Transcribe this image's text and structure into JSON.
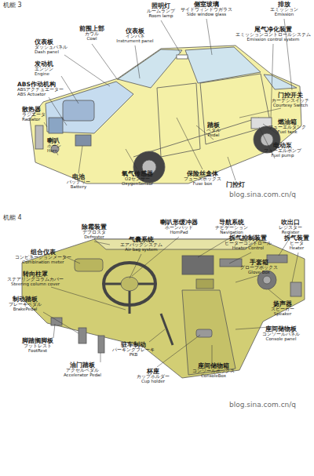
{
  "diagram": {
    "labels": [
      "机能 3",
      "照明灯",
      "ルームランプ",
      "Room lamp",
      "侧室玻璃",
      "サイドウィンドウガラス",
      "Side window glass",
      "排放",
      "エミッション",
      "Emission",
      "前围上部",
      "カウル",
      "Cowl",
      "仪表板",
      "インパネ",
      "Instrument panel",
      "尾气净化装置",
      "エミッションコントロールシステム",
      "Emission control system",
      "仪表板",
      "ダッシュパネル",
      "Dash panel",
      "发动机",
      "エンジン",
      "Engine",
      "ABS作动机构",
      "ABSアクチュエーター",
      "ABS Actuator",
      "散热器",
      "ラジエータ",
      "Radiator",
      "喇叭",
      "ホーン",
      "Horn",
      "电池",
      "バッテリー",
      "Battery",
      "氧气传感器",
      "O2センサー",
      "OxygenSensor",
      "保险丝盒体",
      "フューズボックス",
      "Fuse box",
      "踏板",
      "ペダル",
      "Pedal",
      "门控开关",
      "カーテシスイッチ",
      "Courtesy Switch",
      "燃油箱",
      "フューエルタンク",
      "Fuel tank",
      "电动泵",
      "フューエルポンプ",
      "Fuel pump",
      "门控灯",
      "blog.sina.com.cn/q",
      "机能 4",
      "除霜装置",
      "デフロスタ",
      "Defroster",
      "喇叭形缓冲器",
      "ホーンパッド",
      "HornPad",
      "导航系统",
      "ナビゲーション",
      "Navigation",
      "吹出口",
      "レジスター",
      "Register",
      "气囊系统",
      "エアバッグシステム",
      "Air bag system",
      "拆气控制装置",
      "ヒーターコントロール",
      "Heater Control",
      "拆气装置",
      "ヒータ",
      "Heater",
      "组合仪表",
      "コンビネーションメーター",
      "Combination meter",
      "手套箱",
      "グローブボックス",
      "Glove Box",
      "转向柱罩",
      "ステアリングコラムカバー",
      "Steering column cover",
      "扬声器",
      "スピーカー",
      "Speaker",
      "制动踏板",
      "ブレーキペダル",
      "BrakePedal",
      "座间储物板",
      "コンソールパネル",
      "Console panel",
      "脚踏搁脚板",
      "フットレスト",
      "FootRest",
      "驻车制动",
      "パーキングブレーキ",
      "PKB",
      "油门踏板",
      "アクセルペダル",
      "Accelerator Pedal",
      "杯座",
      "カップホルダー",
      "Cup holder",
      "座间储物箱",
      "コンソールボックス",
      "ConsoleBox",
      "blog.sina.com.cn/q"
    ]
  }
}
